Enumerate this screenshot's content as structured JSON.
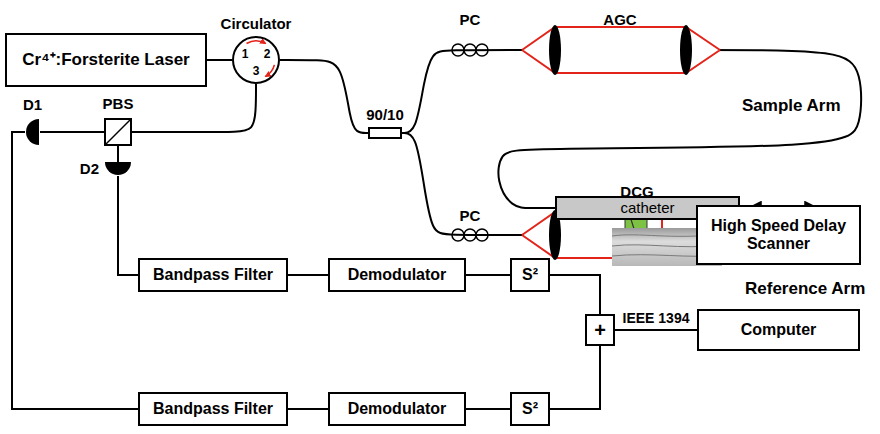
{
  "diagram": {
    "nodes": [
      {
        "text": [
          "Cr⁴⁺:Forsterite Laser"
        ]
      },
      {
        "text": [
          "Circulator",
          "1",
          "2",
          "3"
        ]
      },
      {
        "text": [
          "90/10"
        ]
      },
      {
        "text": [
          "catheter"
        ]
      },
      {
        "text": [
          "High Speed Delay Scanner"
        ]
      },
      {
        "text": [
          "D1"
        ]
      },
      {
        "text": [
          "PBS"
        ]
      },
      {
        "text": [
          "D2"
        ]
      },
      {
        "text": [
          "Bandpass Filter"
        ]
      },
      {
        "text": [
          "Demodulator"
        ]
      },
      {
        "text": [
          "S²"
        ]
      },
      {
        "text": [
          "+"
        ]
      },
      {
        "text": [
          "Computer"
        ]
      },
      {
        "text": [
          "Bandpass Filter"
        ]
      },
      {
        "text": [
          "Demodulator"
        ]
      },
      {
        "text": [
          "S²"
        ]
      }
    ],
    "edges": [
      {
        "from": 0,
        "to": 1,
        "arrow": "none"
      },
      {
        "from": 1,
        "to": 2,
        "arrow": "none"
      },
      {
        "from": 2,
        "to": 3,
        "arrow": "none"
      },
      {
        "from": 2,
        "to": 4,
        "arrow": "none"
      },
      {
        "from": 1,
        "to": 6,
        "arrow": "none"
      },
      {
        "from": 6,
        "to": 5,
        "arrow": "none"
      },
      {
        "from": 6,
        "to": 7,
        "arrow": "none"
      },
      {
        "from": 7,
        "to": 8,
        "arrow": "none"
      },
      {
        "from": 8,
        "to": 9,
        "arrow": "none"
      },
      {
        "from": 9,
        "to": 10,
        "arrow": "none"
      },
      {
        "from": 10,
        "to": 11,
        "arrow": "none"
      },
      {
        "from": 5,
        "to": 13,
        "arrow": "none"
      },
      {
        "from": 13,
        "to": 14,
        "arrow": "none"
      },
      {
        "from": 14,
        "to": 15,
        "arrow": "none"
      },
      {
        "from": 15,
        "to": 11,
        "arrow": "none"
      },
      {
        "from": 11,
        "to": 12,
        "label": "IEEE 1394",
        "arrow": "none"
      }
    ],
    "labels": [
      "PC",
      "AGC",
      "Sample Arm",
      "PC",
      "DCG",
      "Reference Arm"
    ]
  }
}
